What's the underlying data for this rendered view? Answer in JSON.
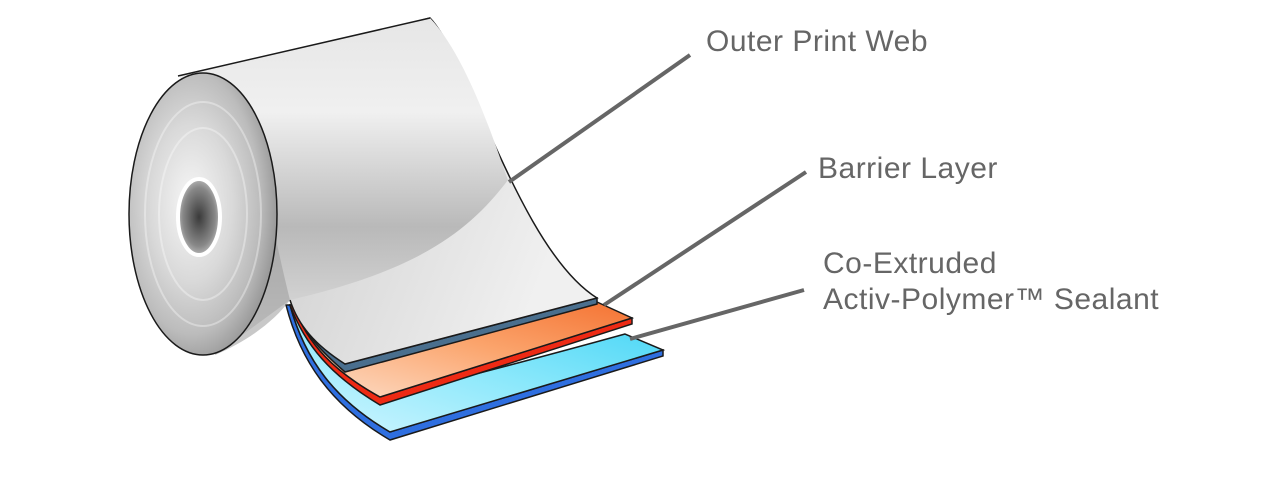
{
  "layers": [
    {
      "label": "Outer Print Web"
    },
    {
      "label": "Barrier Layer"
    },
    {
      "label_line1": "Co-Extruded",
      "label_line2": "Activ-Polymer™ Sealant"
    }
  ],
  "colors": {
    "label_text": "#666666",
    "leader_line": "#666666",
    "outline": "#1a1a1a",
    "print_web_edge": "#4a6f8e",
    "barrier_top": "#f57a3e",
    "barrier_edge": "#ee2a14",
    "sealant_top": "#49d8f7",
    "sealant_edge": "#2f6fe0"
  }
}
